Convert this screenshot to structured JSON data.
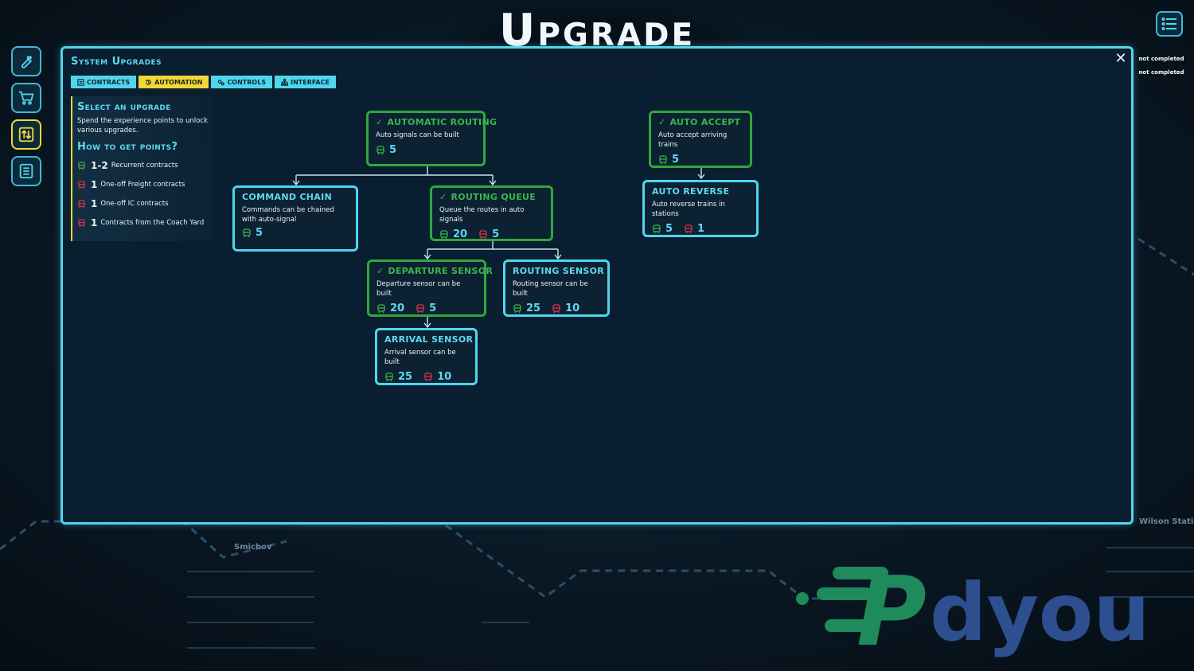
{
  "screen_title": "Upgrade",
  "colors": {
    "accent": "#4fd6ec",
    "completed": "#2fa83c",
    "highlight": "#f2d63a",
    "cost_green": "#3cb54a",
    "cost_red": "#e0314a"
  },
  "toolbar": [
    {
      "name": "wrench-icon",
      "active": false
    },
    {
      "name": "cart-icon",
      "active": false
    },
    {
      "name": "upgrade-icon",
      "active": true
    },
    {
      "name": "book-icon",
      "active": false
    }
  ],
  "status_tags": [
    "not completed",
    "not completed"
  ],
  "panel": {
    "title": "System Upgrades",
    "close_icon": "close-icon",
    "tabs": [
      {
        "label": "CONTRACTS",
        "icon": "contract-icon",
        "active": false
      },
      {
        "label": "AUTOMATION",
        "icon": "history-icon",
        "active": true
      },
      {
        "label": "CONTROLS",
        "icon": "gears-icon",
        "active": false
      },
      {
        "label": "INTERFACE",
        "icon": "hierarchy-icon",
        "active": false
      }
    ]
  },
  "info": {
    "heading": "Select an upgrade",
    "description": "Spend the experience points to unlock various upgrades.",
    "how_heading": "How to get points?",
    "rows": [
      {
        "num": "1-2",
        "text": "Recurrent contracts",
        "color": "green"
      },
      {
        "num": "1",
        "text": "One-off Freight contracts",
        "color": "red"
      },
      {
        "num": "1",
        "text": "One-off IC contracts",
        "color": "red"
      },
      {
        "num": "1",
        "text": "Contracts from the Coach Yard",
        "color": "red"
      }
    ]
  },
  "nodes": {
    "automatic_routing": {
      "title": "AUTOMATIC ROUTING",
      "desc": "Auto signals can be built",
      "green": "5",
      "done": true
    },
    "command_chain": {
      "title": "COMMAND CHAIN",
      "desc": "Commands can be chained with auto-signal",
      "green": "5",
      "done": false
    },
    "routing_queue": {
      "title": "ROUTING QUEUE",
      "desc": "Queue the routes in auto signals",
      "green": "20",
      "red": "5",
      "done": true
    },
    "departure_sensor": {
      "title": "DEPARTURE SENSOR",
      "desc": "Departure sensor can be built",
      "green": "20",
      "red": "5",
      "done": true
    },
    "routing_sensor": {
      "title": "ROUTING SENSOR",
      "desc": "Routing sensor can be built",
      "green": "25",
      "red": "10",
      "done": false
    },
    "arrival_sensor": {
      "title": "ARRIVAL SENSOR",
      "desc": "Arrival sensor can be built",
      "green": "25",
      "red": "10",
      "done": false
    },
    "auto_accept": {
      "title": "AUTO ACCEPT",
      "desc": "Auto accept arriving trains",
      "green": "5",
      "done": true
    },
    "auto_reverse": {
      "title": "AUTO REVERSE",
      "desc": "Auto reverse trains in stations",
      "green": "5",
      "red": "1",
      "done": false
    }
  },
  "map_labels": [
    "Smichov",
    "Wilson Stati"
  ],
  "watermark": {
    "prefix": "P",
    "suffix": "dyou"
  }
}
